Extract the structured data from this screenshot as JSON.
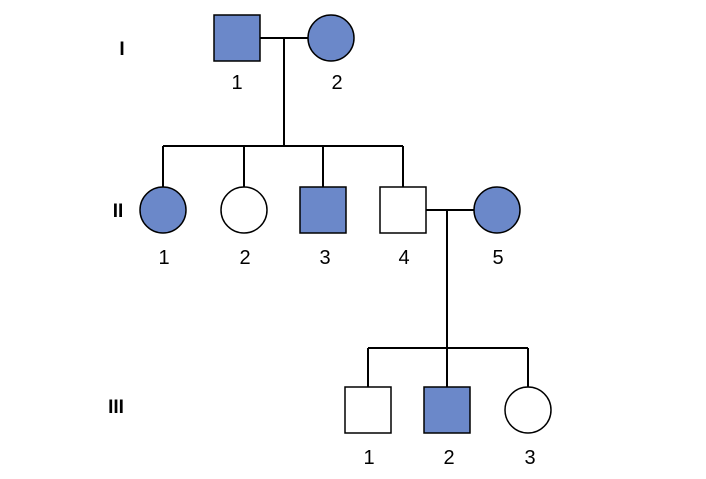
{
  "colors": {
    "affected": "#6b88c9",
    "unaffected": "#ffffff",
    "stroke": "#000000"
  },
  "generations": [
    {
      "label": "I",
      "individuals": [
        {
          "id": "1",
          "sex": "male",
          "affected": true
        },
        {
          "id": "2",
          "sex": "female",
          "affected": true
        }
      ]
    },
    {
      "label": "II",
      "individuals": [
        {
          "id": "1",
          "sex": "female",
          "affected": true
        },
        {
          "id": "2",
          "sex": "female",
          "affected": false
        },
        {
          "id": "3",
          "sex": "male",
          "affected": true
        },
        {
          "id": "4",
          "sex": "male",
          "affected": false
        },
        {
          "id": "5",
          "sex": "female",
          "affected": true
        }
      ]
    },
    {
      "label": "III",
      "individuals": [
        {
          "id": "1",
          "sex": "male",
          "affected": false
        },
        {
          "id": "2",
          "sex": "male",
          "affected": true
        },
        {
          "id": "3",
          "sex": "female",
          "affected": false
        }
      ]
    }
  ]
}
